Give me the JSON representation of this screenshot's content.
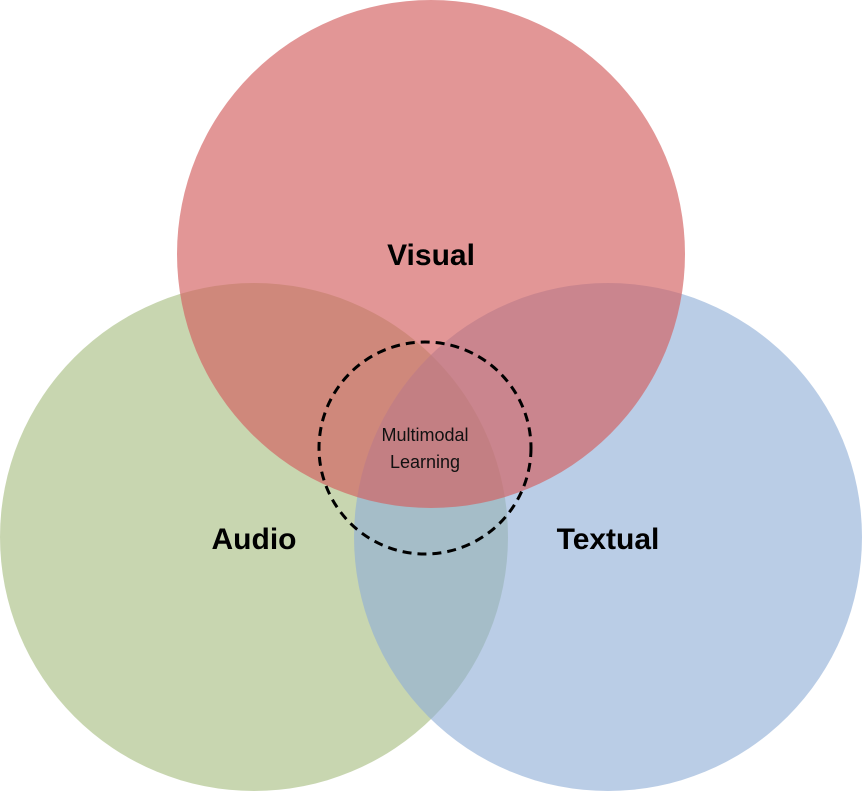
{
  "diagram": {
    "circles": {
      "visual": {
        "label": "Visual",
        "color": "#d35f5f"
      },
      "audio": {
        "label": "Audio",
        "color": "#a7bd7f"
      },
      "textual": {
        "label": "Textual",
        "color": "#90aed6"
      }
    },
    "center": {
      "line1": "Multimodal",
      "line2": "Learning"
    }
  }
}
